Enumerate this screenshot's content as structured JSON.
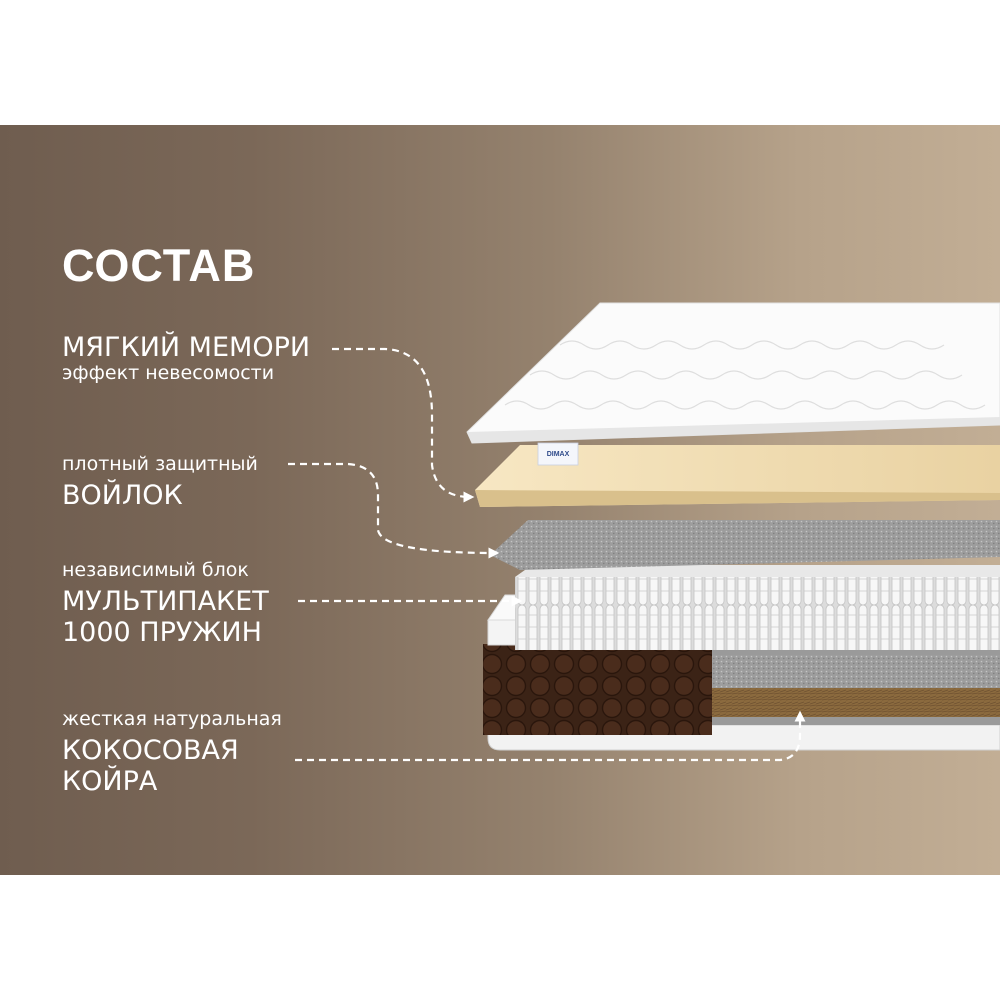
{
  "title": "СОСТАВ",
  "brand": "DIMAX",
  "layers": [
    {
      "heading": "МЯГКИЙ МЕМОРИ",
      "caption": "эффект невесомости"
    },
    {
      "caption": "плотный защитный",
      "heading": "ВОЙЛОК"
    },
    {
      "caption": "независимый блок",
      "heading_line1": "МУЛЬТИПАКЕТ",
      "heading_line2": "1000 ПРУЖИН"
    },
    {
      "caption": "жесткая натуральная",
      "heading_line1": "КОКОСОВАЯ",
      "heading_line2": "КОЙРА"
    }
  ],
  "colors": {
    "background_left": "#6f5d4f",
    "background_right": "#c2ae95",
    "memory_foam": "#f0dcb2",
    "felt": "#9a9a9a",
    "coconut_coir": "#8b6a3e",
    "jacquard_side": "#3b2316"
  }
}
